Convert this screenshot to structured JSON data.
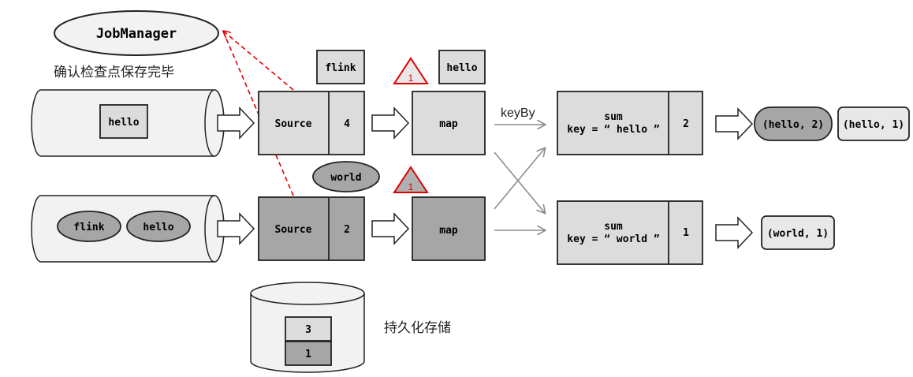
{
  "job_manager": {
    "label": "JobManager"
  },
  "checkpoint_confirm": {
    "label": "确认检查点保存完毕"
  },
  "persistent_storage": {
    "label": "持久化存储",
    "values": [
      "3",
      "1"
    ]
  },
  "sources": [
    {
      "queue_items": [
        "hello"
      ],
      "label": "Source",
      "offset": "4"
    },
    {
      "queue_items": [
        "flink",
        "hello"
      ],
      "label": "Source",
      "offset": "2"
    }
  ],
  "in_flight": {
    "top_source": "flink",
    "top_map": "hello",
    "bottom_source": "world"
  },
  "barriers": [
    "1",
    "1"
  ],
  "maps": [
    {
      "label": "map"
    },
    {
      "label": "map"
    }
  ],
  "keyby": {
    "label": "keyBy"
  },
  "sums": [
    {
      "title": "sum",
      "key": "key = “ hello ”",
      "value": "2"
    },
    {
      "title": "sum",
      "key": "key = “ world ”",
      "value": "1"
    }
  ],
  "outputs": {
    "hello_current": "(hello, 2)",
    "hello_previous": "(hello, 1)",
    "world": "(world, 1)"
  },
  "colors": {
    "light_box": "#dcdcdc",
    "dark_box": "#a6a6a6",
    "barrier_red": "#e00000",
    "checkpoint_line": "#e00000"
  }
}
